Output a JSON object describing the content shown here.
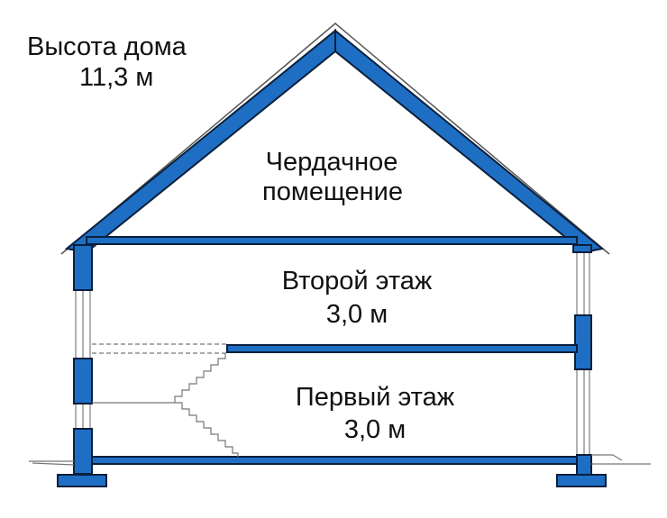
{
  "house_height": {
    "title": "Высота дома",
    "value": "11,3 м"
  },
  "rooms": [
    {
      "name": "Чердачное",
      "name_line2": "помещение"
    },
    {
      "name": "Второй этаж",
      "height": "3,0 м"
    },
    {
      "name": "Первый этаж",
      "height": "3,0 м"
    }
  ],
  "colors": {
    "structure_fill": "#1e6fc4",
    "outline": "#0a1f3c",
    "line": "#777777"
  }
}
